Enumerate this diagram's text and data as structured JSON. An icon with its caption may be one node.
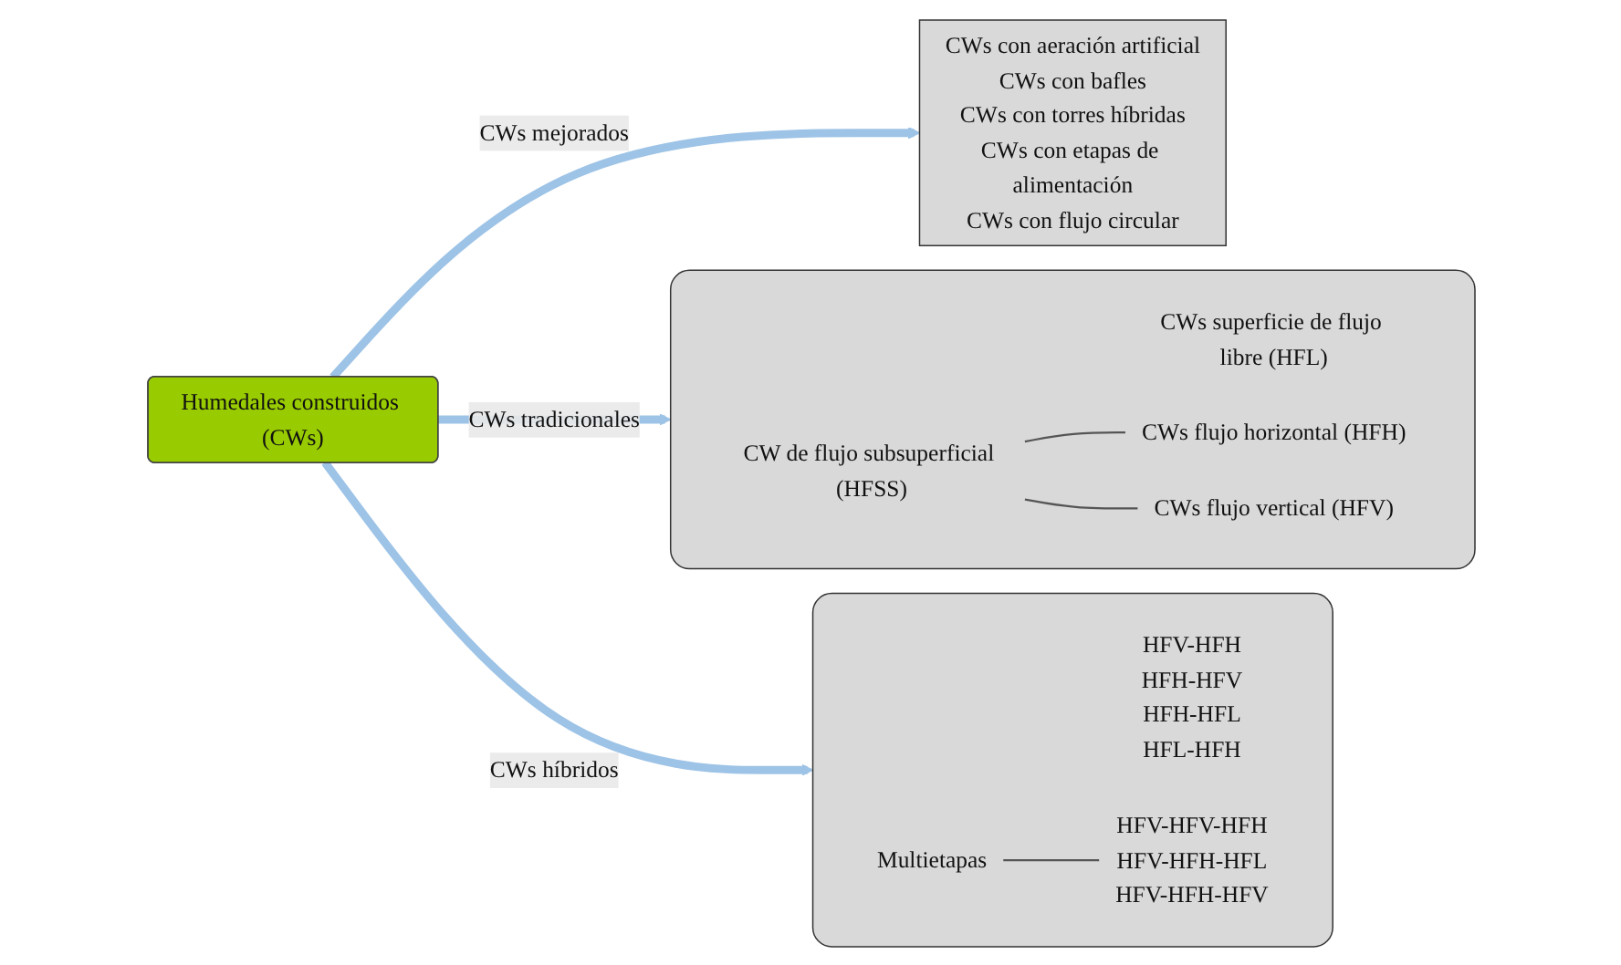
{
  "diagram": {
    "nodes": [
      {
        "text": [
          "Humedales construidos (CWs)"
        ]
      },
      {
        "text": [],
        "shape": "box"
      },
      {
        "text": [
          "CWs superficie de flujo libre (HFL)"
        ],
        "in": 1
      },
      {
        "text": [
          "CW de flujo subsuperficial (HFSS)"
        ],
        "in": 1
      },
      {
        "text": [
          "CWs flujo horizontal (HFH)"
        ],
        "in": 1
      },
      {
        "text": [
          "CWs flujo vertical (HFV)"
        ],
        "in": 1
      },
      {
        "text": [],
        "shape": "box"
      },
      {
        "text": [
          "HFV-HFH",
          "HFH-HFV",
          "HFH-HFL",
          "HFL-HFH"
        ],
        "in": 6
      },
      {
        "text": [
          "Multietapas"
        ],
        "in": 6
      },
      {
        "text": [
          "HFV-HFV-HFH",
          "HFV-HFH-HFL",
          "HFV-HFH-HFV"
        ],
        "in": 6
      },
      {
        "text": [
          "CWs con aeración artificial",
          "CWs con bafles",
          "CWs con torres híbridas",
          "CWs con etapas de alimentación",
          "CWs con flujo circular"
        ]
      }
    ],
    "edges": [
      {
        "from": 0,
        "to": 1,
        "arrow": "to",
        "label": "CWs tradicionales",
        "style": "thick"
      },
      {
        "from": 0,
        "to": 6,
        "arrow": "to",
        "label": "CWs híbridos",
        "style": "thick"
      },
      {
        "from": 0,
        "to": 10,
        "arrow": "to",
        "label": "CWs mejorados",
        "style": "thick"
      },
      {
        "from": 3,
        "to": 4,
        "arrow": "none",
        "color": "#555555"
      },
      {
        "from": 3,
        "to": 5,
        "arrow": "none",
        "color": "#555555"
      },
      {
        "from": 8,
        "to": 9,
        "arrow": "none",
        "color": "#555555"
      }
    ]
  }
}
